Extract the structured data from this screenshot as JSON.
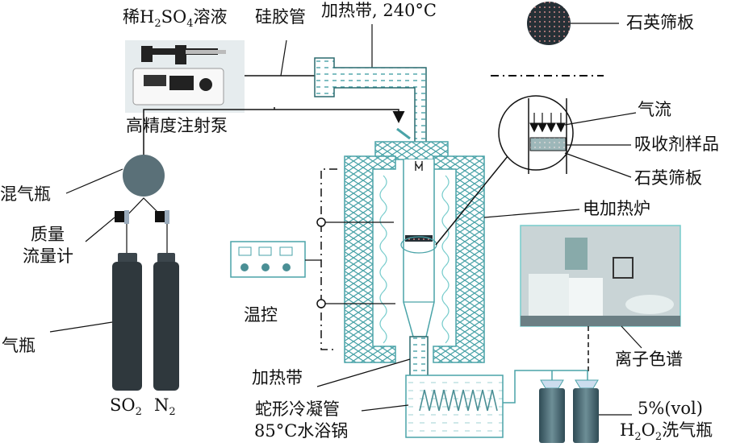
{
  "title": "SO2 adsorption / desorption experimental apparatus",
  "labels": {
    "dilute_acid": [
      "稀H",
      "2",
      "SO",
      "4",
      "溶液"
    ],
    "silicone_tube": "硅胶管",
    "heating_tape_top": "加热带, 240°C",
    "legend_quartz_plate": "石英筛板",
    "syringe_pump": "高精度注射泵",
    "gas_mixing_bottle": "混气瓶",
    "mass_flow_meter_1": "质量",
    "mass_flow_meter_2": "流量计",
    "gas_cylinder": "气瓶",
    "so2": [
      "SO",
      "2"
    ],
    "n2": [
      "N",
      "2"
    ],
    "temp_control": "温控",
    "airflow": "气流",
    "adsorbent_sample": "吸收剂样品",
    "quartz_plate": "石英筛板",
    "electric_furnace": "电加热炉",
    "ion_chromatography": "离子色谱",
    "heating_tape_bottom": "加热带",
    "serpentine_condenser": "蛇形冷凝管",
    "water_bath": "85°C水浴锅",
    "h2o2_concentration": "5%(vol)",
    "h2o2_bottle": [
      "H",
      "2",
      "O",
      "2",
      "洗气瓶"
    ]
  },
  "colors": {
    "outline": "#4aa3a8",
    "line": "#111111",
    "cylinder": "#2f383d",
    "bottle": "#3a5560",
    "photo_bg": "#c9d4d6"
  }
}
